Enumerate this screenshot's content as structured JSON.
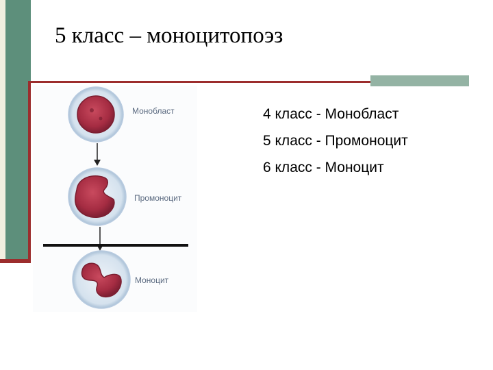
{
  "title": "5 класс – моноцитопоэз",
  "figure": {
    "labels": {
      "monoblast": "Монобласт",
      "promonocyte": "Промоноцит",
      "monocyte": "Моноцит"
    }
  },
  "classes": [
    "4 класс - Монобласт",
    "5 класс - Промоноцит",
    "6 класс - Моноцит"
  ],
  "colors": {
    "accent_green": "#5d8f7b",
    "accent_red": "#9c2d2d",
    "cell_nucleus": "#b5364a",
    "cell_cytoplasm": "#d7e3ef"
  }
}
